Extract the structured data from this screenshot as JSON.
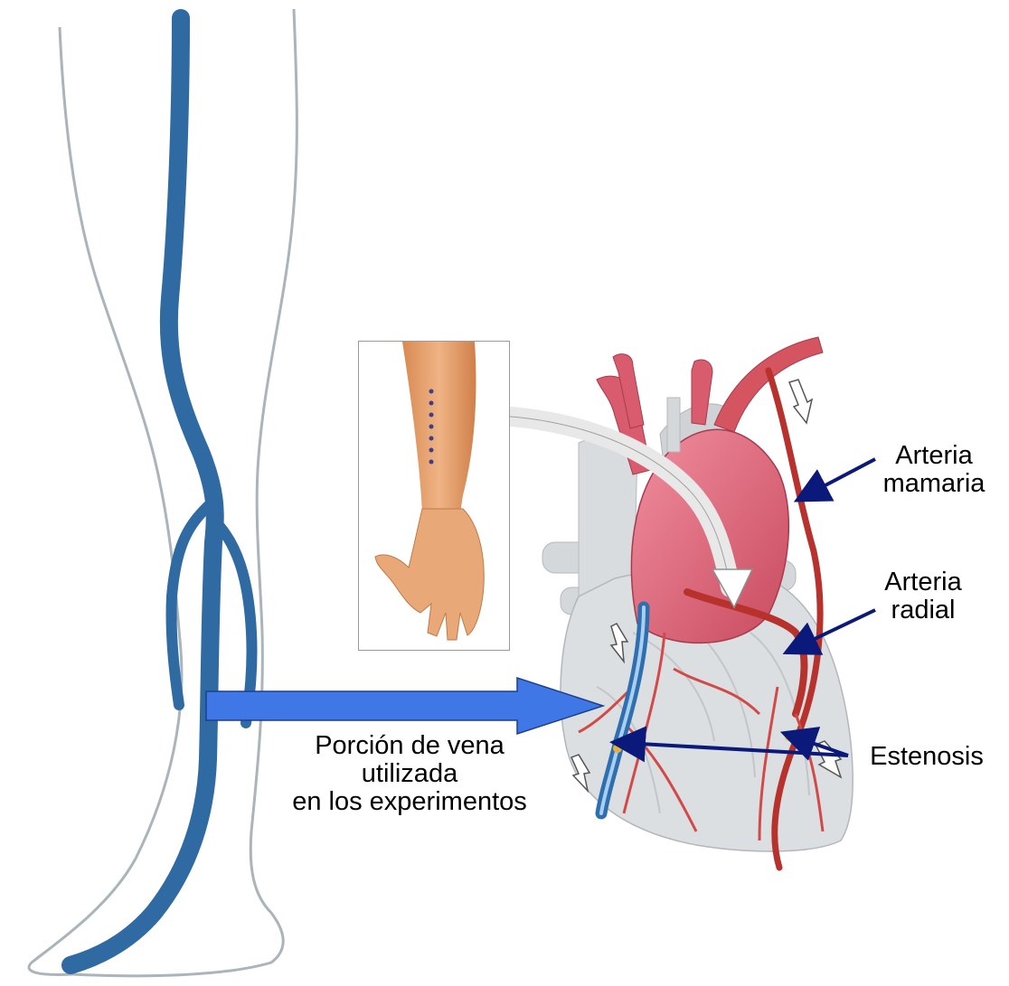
{
  "labels": {
    "mammary_artery": [
      "Arteria",
      "mamaria"
    ],
    "radial_artery": [
      "Arteria",
      "radial"
    ],
    "stenosis": "Estenosis",
    "vein_portion": [
      "Porción de vena",
      "utilizada",
      "en los experimentos"
    ]
  },
  "colors": {
    "vein_blue": "#2f6aa3",
    "leg_outline": "#a9b4bb",
    "big_arrow": "#3f78e6",
    "label_arrow": "#0b1a7a",
    "heart_gray": "#d9dcdf",
    "aorta_pink": "#d9596a",
    "artery_red": "#b8322d",
    "skin": "#e6a06a"
  }
}
